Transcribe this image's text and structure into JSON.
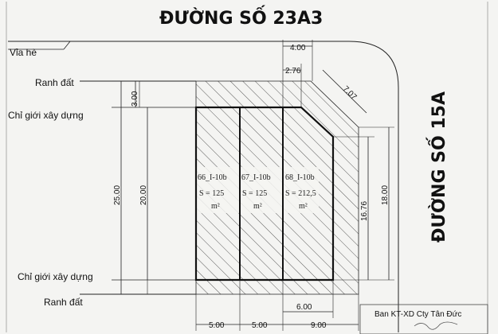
{
  "streets": {
    "top": "ĐƯỜNG SỐ 23A3",
    "right": "ĐƯỜNG SỐ 15A"
  },
  "labels": {
    "via_he": "Vỉa hè",
    "ranh_dat_top": "Ranh đất",
    "chi_gioi_top": "Chỉ giới xây dựng",
    "chi_gioi_bottom": "Chỉ giới xây dựng",
    "ranh_dat_bottom": "Ranh đất"
  },
  "dimensions": {
    "d_400": "4.00",
    "d_276": "2.76",
    "d_707": "7.07",
    "d_300": "3.00",
    "d_2500": "25.00",
    "d_2000": "20.00",
    "d_1676": "16.76",
    "d_1800": "18.00",
    "d_600": "6.00",
    "d_500a": "5.00",
    "d_500b": "5.00",
    "d_900": "9.00"
  },
  "plots": [
    {
      "code": "66_I-10b",
      "area": "S = 125",
      "unit": "m²"
    },
    {
      "code": "67_I-10b",
      "area": "S = 125",
      "unit": "m²"
    },
    {
      "code": "68_I-10b",
      "area": "S = 212,5",
      "unit": "m²"
    }
  ],
  "title_block": {
    "org": "Ban KT-XD Cty Tân Đức"
  }
}
